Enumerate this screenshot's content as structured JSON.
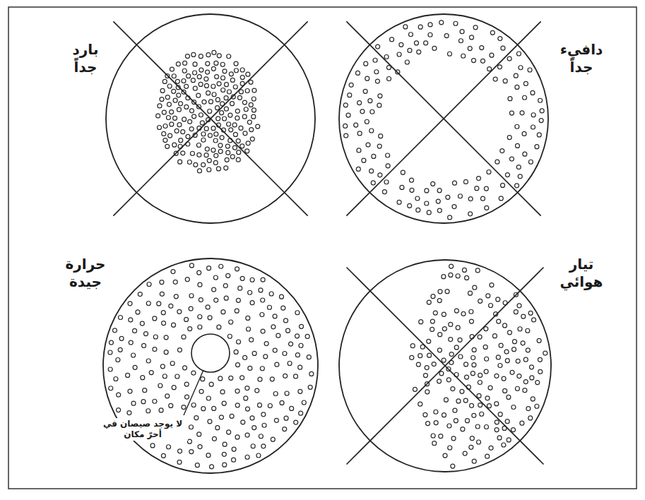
{
  "diagram": {
    "nodes": [
      {
        "text": [
          "دافيء جداً"
        ]
      },
      {
        "text": [
          "بارد جداً"
        ]
      },
      {
        "text": [
          "حرارة جيدة",
          "لا يوجد صيصان في أحرّ مكان"
        ]
      },
      {
        "text": [
          "تيار هوائي"
        ]
      }
    ]
  }
}
